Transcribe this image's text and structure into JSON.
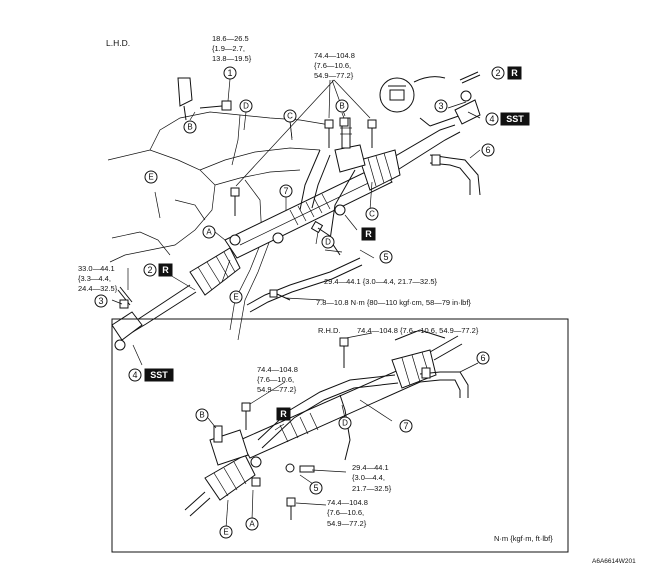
{
  "lhd": {
    "label": "L.H.D.",
    "torque_1": [
      "18.6—26.5",
      "{1.9—2.7,",
      "13.8—19.5}"
    ],
    "torque_top": [
      "74.4—104.8",
      "{7.6—10.6,",
      "54.9—77.2}"
    ],
    "torque_left": [
      "33.0—44.1",
      "{3.3—4.4,",
      "24.4—32.5}"
    ],
    "torque_mid": "29.4—44.1 {3.0—4.4, 21.7—32.5}",
    "torque_bracket": "7.8—10.8 N·m {80—110 kgf·cm, 58—79 in·lbf}"
  },
  "rhd": {
    "label": "R.H.D.",
    "torque_top": "74.4—104.8 {7.6—10.6, 54.9—77.2}",
    "torque_left": [
      "74.4—104.8",
      "{7.6—10.6,",
      "54.9—77.2}"
    ],
    "torque_mid": [
      "29.4—44.1",
      "{3.0—4.4,",
      "21.7—32.5}"
    ],
    "torque_bottom": [
      "74.4—104.8",
      "{7.6—10.6,",
      "54.9—77.2}"
    ]
  },
  "callouts": {
    "n1": "1",
    "n2": "2",
    "n3": "3",
    "n4": "4",
    "n5": "5",
    "n6": "6",
    "n7": "7",
    "A": "A",
    "B": "B",
    "C": "C",
    "D": "D",
    "E": "E"
  },
  "badges": {
    "R": "R",
    "SST": "SST"
  },
  "units": "N·m {kgf·m, ft·lbf}",
  "figure_code": "A6A6614W201"
}
